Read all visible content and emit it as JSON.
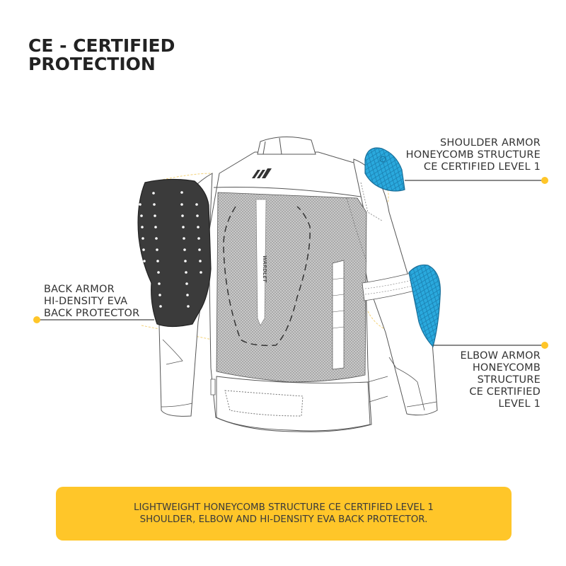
{
  "title": {
    "line1": "CE - CERTIFIED",
    "line2": "PROTECTION"
  },
  "callouts": {
    "shoulder": {
      "lines": [
        "SHOULDER ARMOR",
        "HONEYCOMB STRUCTURE",
        "CE CERTIFIED LEVEL 1"
      ]
    },
    "back": {
      "lines": [
        "BACK ARMOR",
        "HI-DENSITY EVA",
        "BACK PROTECTOR"
      ]
    },
    "elbow": {
      "lines": [
        "ELBOW ARMOR",
        "HONEYCOMB",
        "STRUCTURE",
        "CE CERTIFIED",
        "LEVEL 1"
      ]
    }
  },
  "jacket": {
    "brand_mark": "W",
    "spine_text": "WARDLET"
  },
  "banner": {
    "line1": "LIGHTWEIGHT HONEYCOMB STRUCTURE CE CERTIFIED LEVEL 1",
    "line2": "SHOULDER, ELBOW AND HI-DENSITY EVA BACK PROTECTOR."
  },
  "colors": {
    "accent_yellow": "#FFC629",
    "armor_blue": "#29A8DC",
    "back_armor": "#3b3b3b",
    "mesh_gray": "#b9b9b9",
    "line": "#555555"
  }
}
